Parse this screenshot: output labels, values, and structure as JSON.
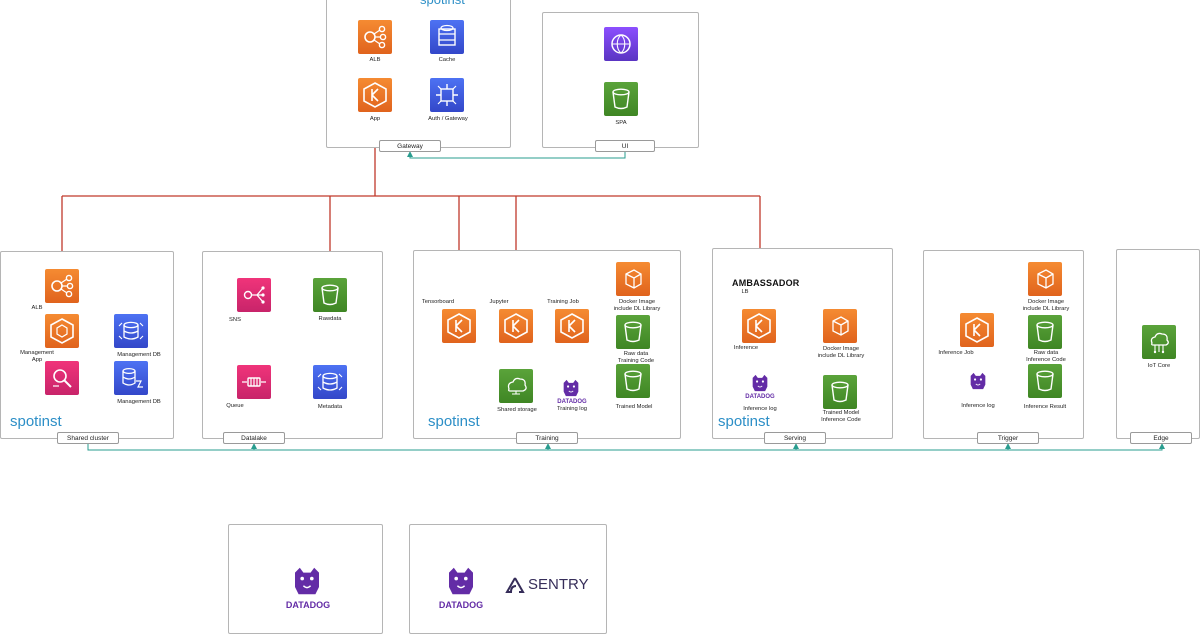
{
  "groups": {
    "gateway": "Gateway",
    "ui": "UI",
    "shared_cluster": "Shared cluster",
    "datalake": "Datalake",
    "training": "Training",
    "serving": "Serving",
    "trigger": "Trigger",
    "edge": "Edge"
  },
  "nodes": {
    "gw_alb": "ALB",
    "gw_cache": "Cache",
    "gw_app": "App",
    "gw_auth": "Auth / Gateway",
    "ui_spa": "SPA",
    "sc_alb": "ALB",
    "sc_mgmt_app": "Management\nApp",
    "sc_mgmt_db1": "Management DB",
    "sc_mgmt_db2": "Management DB",
    "dl_sns": "SNS",
    "dl_rawdata": "Rawdata",
    "dl_queue": "Queue",
    "dl_metadata": "Metadata",
    "tr_tensorboard": "Tensorboard",
    "tr_jupyter": "Jupyter",
    "tr_training_job": "Training Job",
    "tr_docker": "Docker Image\ninclude DL Library",
    "tr_raw": "Raw data\nTraining Code",
    "tr_model": "Trained Model",
    "tr_storage": "Shared storage",
    "tr_log": "Training log",
    "sv_lb": "LB",
    "sv_inference": "Inference",
    "sv_docker": "Docker Image\ninclude DL Library",
    "sv_model": "Trained Model\nInference Code",
    "sv_log": "Inference log",
    "tg_job": "Inference Job",
    "tg_docker": "Docker Image\ninclude DL Library",
    "tg_raw": "Raw data\nInference Code",
    "tg_result": "Inference Result",
    "tg_log": "Inference log",
    "edge_iot": "IoT Core"
  },
  "logos": {
    "spotinst": "spotinst",
    "datadog": "DATADOG",
    "ambassador": "AMBASSADOR",
    "sentry": "SENTRY"
  },
  "colors": {
    "compute": "#ed7100",
    "database": "#3b48cc",
    "storage": "#3f8624",
    "integration": "#e7157b",
    "networking": "#8c4fff",
    "connector_red": "#c0392b",
    "connector_blue": "#3d5fc4",
    "connector_teal": "#2a9d8f",
    "datadog": "#632ca6",
    "spotinst": "#2d8fc7"
  },
  "icons": {
    "alb": "load-balancer-icon",
    "kubernetes": "kubernetes-pod-icon",
    "cache": "elasticache-icon",
    "gateway": "api-gateway-icon",
    "bucket": "s3-bucket-icon",
    "cloudfront": "cloudfront-icon",
    "db": "database-icon",
    "sns": "sns-icon",
    "queue": "sqs-queue-icon",
    "container": "ecr-container-icon",
    "storage": "efs-storage-icon",
    "search": "opensearch-icon",
    "iot": "iot-core-icon"
  }
}
